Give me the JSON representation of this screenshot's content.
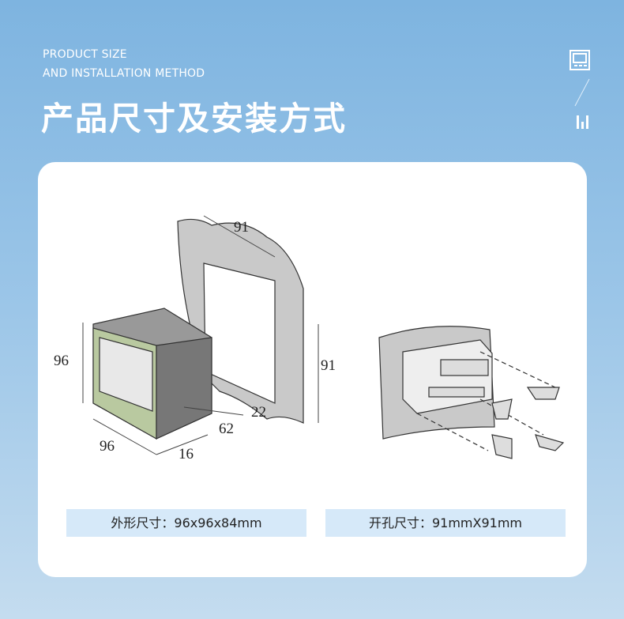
{
  "header": {
    "subtitle_line1": "PRODUCT SIZE",
    "subtitle_line2": "AND INSTALLATION METHOD",
    "title": "产品尺寸及安装方式"
  },
  "diagram_left": {
    "cutout_width": "91",
    "cutout_height": "91",
    "front_height": "96",
    "front_width": "96",
    "bezel_depth": "16",
    "body_depth": "62",
    "rear_depth": "22"
  },
  "captions": {
    "outer_size": "外形尺寸：96x96x84mm",
    "cutout_size": "开孔尺寸：91mmX91mm"
  }
}
